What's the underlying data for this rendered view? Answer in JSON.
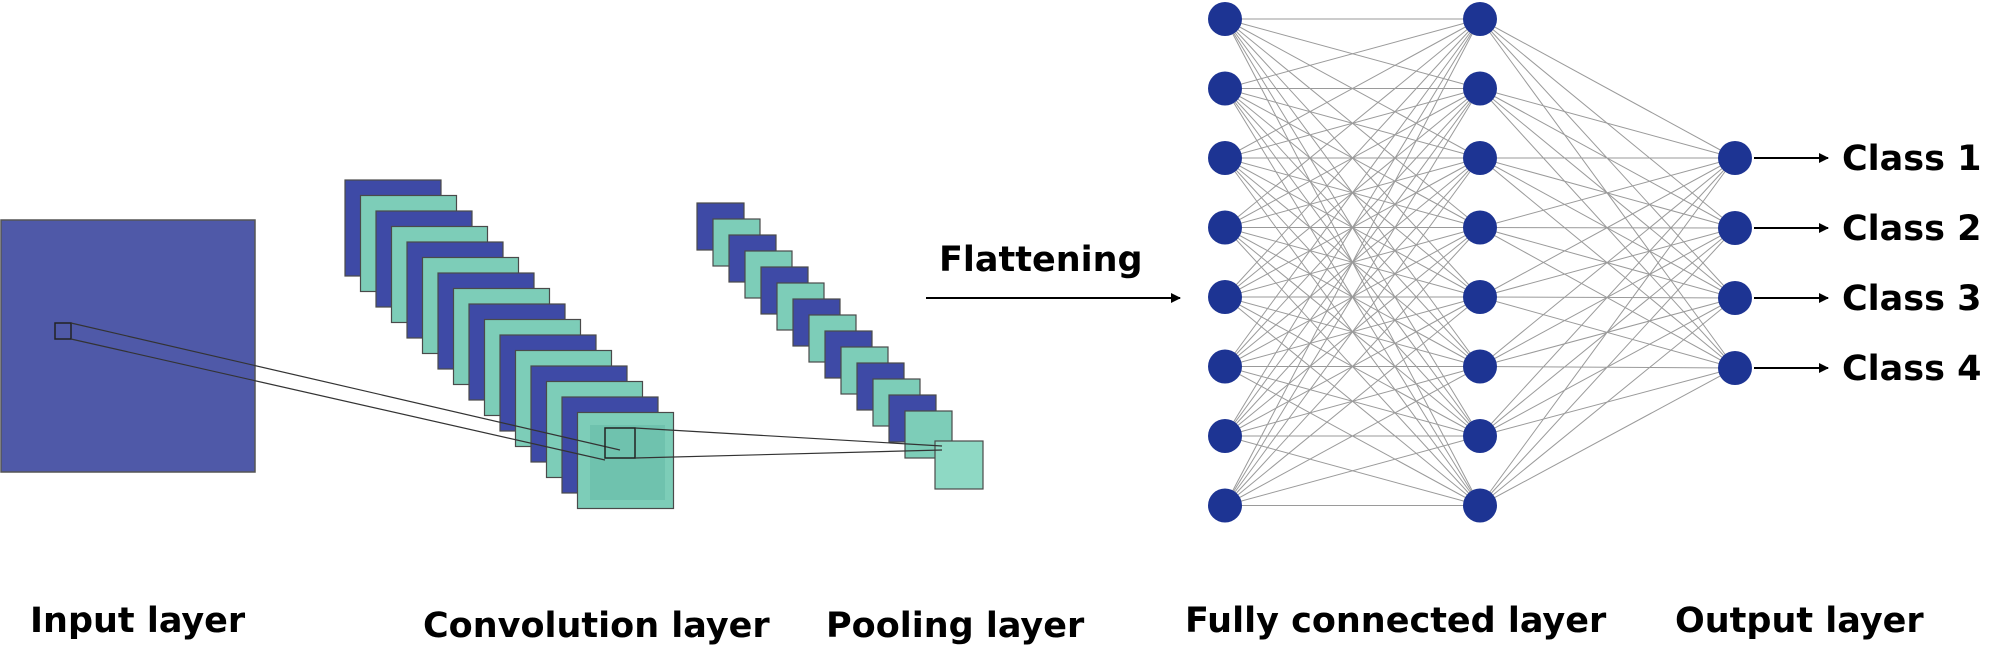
{
  "labels": {
    "input": "Input layer",
    "convolution": "Convolution layer",
    "pooling": "Pooling layer",
    "fully_connected": "Fully connected layer",
    "output": "Output layer",
    "flattening": "Flattening"
  },
  "classes": [
    "Class 1",
    "Class 2",
    "Class 3",
    "Class 4"
  ],
  "network": {
    "fc_layer_1_nodes": 8,
    "fc_layer_2_nodes": 8,
    "output_nodes": 4
  },
  "colors": {
    "input_fill": "#4f59a8",
    "conv_dark": "#3e4aa6",
    "conv_light": "#7dcdb8",
    "pool_last": "#8ed9c4",
    "node": "#1d3493",
    "edge": "#9a9a9a",
    "arrow": "#000000"
  }
}
